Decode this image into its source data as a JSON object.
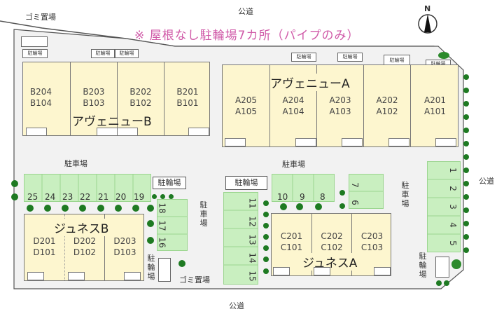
{
  "title": "※ 屋根なし駐輪場7カ所（パイプのみ）",
  "roads": {
    "north": "公道",
    "east": "公道",
    "south": "公道"
  },
  "compass": {
    "label": "N"
  },
  "garbage_label": "ゴミ置場",
  "bicycle_label": "駐輪場",
  "bicycle_small_label": "駐輪場",
  "parking_label": "駐車場",
  "buildings": {
    "avenue_b": {
      "name": "アヴェニューB",
      "units": [
        [
          "B204",
          "B104"
        ],
        [
          "B203",
          "B103"
        ],
        [
          "B202",
          "B102"
        ],
        [
          "B201",
          "B101"
        ]
      ]
    },
    "avenue_a": {
      "name": "アヴェニューA",
      "units": [
        [
          "A205",
          "A105"
        ],
        [
          "A204",
          "A104"
        ],
        [
          "A203",
          "A103"
        ],
        [
          "A202",
          "A102"
        ],
        [
          "A201",
          "A101"
        ]
      ]
    },
    "junes_b": {
      "name": "ジュネスB",
      "units": [
        [
          "D201",
          "D101"
        ],
        [
          "D202",
          "D102"
        ],
        [
          "D203",
          "D103"
        ]
      ]
    },
    "junes_a": {
      "name": "ジュネスA",
      "units": [
        [
          "C201",
          "C101"
        ],
        [
          "C202",
          "C102"
        ],
        [
          "C203",
          "C103"
        ]
      ]
    }
  },
  "parking": {
    "row_west": [
      "25",
      "24",
      "23",
      "22",
      "21",
      "20",
      "19"
    ],
    "col_mid_west": [
      "18",
      "17",
      "16"
    ],
    "col_center": [
      "11",
      "12",
      "13",
      "14",
      "15"
    ],
    "row_center": [
      "10",
      "9",
      "8"
    ],
    "col_center_east": [
      "7",
      "6"
    ],
    "col_east": [
      "1",
      "2",
      "3",
      "4",
      "5"
    ]
  },
  "colors": {
    "building": "#fdf6cf",
    "parking": "#c9efc0",
    "tree": "#1e7a22",
    "title": "#d05aa8"
  }
}
